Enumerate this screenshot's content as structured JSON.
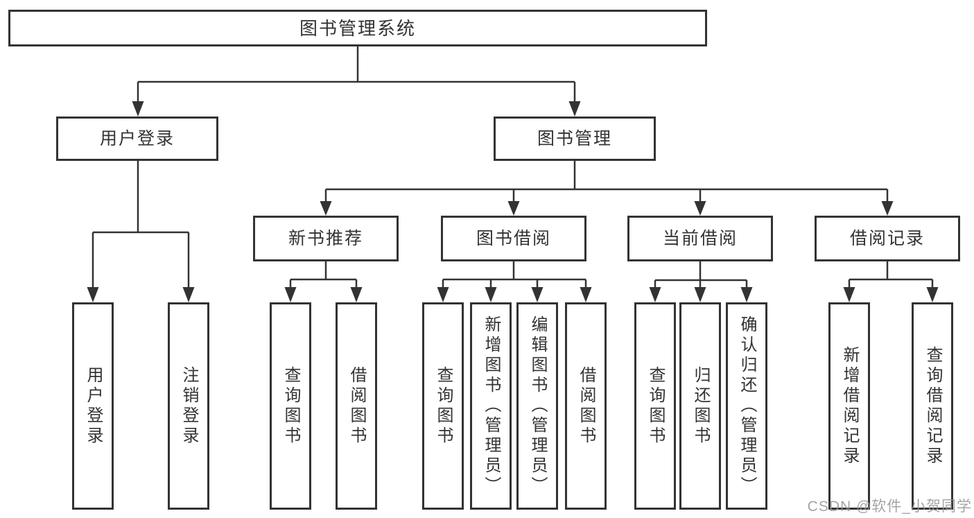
{
  "diagram": {
    "root": {
      "label": "图书管理系统"
    },
    "level2": [
      {
        "label": "用户登录"
      },
      {
        "label": "图书管理"
      }
    ],
    "level3": [
      {
        "label": "新书推荐"
      },
      {
        "label": "图书借阅"
      },
      {
        "label": "当前借阅"
      },
      {
        "label": "借阅记录"
      }
    ],
    "leaves": [
      {
        "label": "用户登录"
      },
      {
        "label": "注销登录"
      },
      {
        "label": "查询图书"
      },
      {
        "label": "借阅图书"
      },
      {
        "label": "查询图书"
      },
      {
        "label": "新增图书（管理员）"
      },
      {
        "label": "编辑图书（管理员）"
      },
      {
        "label": "借阅图书"
      },
      {
        "label": "查询图书"
      },
      {
        "label": "归还图书"
      },
      {
        "label": "确认归还（管理员）"
      },
      {
        "label": "新增借阅记录"
      },
      {
        "label": "查询借阅记录"
      }
    ],
    "watermark": "CSDN @软件_小贺同学",
    "colors": {
      "line": "#333333",
      "text": "#333333",
      "watermark": "#949494",
      "background": "#ffffff"
    }
  }
}
